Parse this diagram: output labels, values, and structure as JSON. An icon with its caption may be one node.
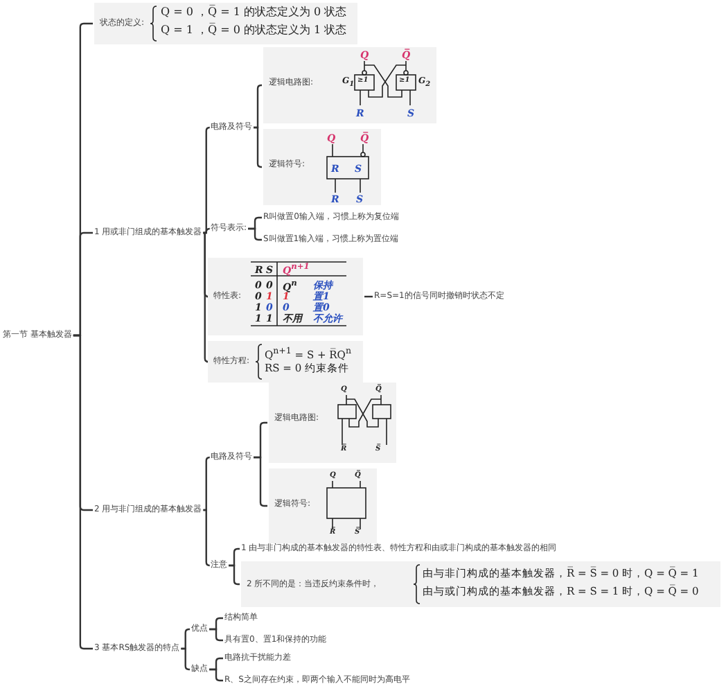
{
  "diagram": {
    "nodes": [
      {
        "text": [
          "第一节 基本触发器"
        ]
      },
      {
        "text": [
          "状态的定义:",
          "Q = 0 ，Q̅ = 1 的状态定义为 0 状态",
          "Q = 1 ，Q̅ = 0 的状态定义为 1 状态"
        ]
      },
      {
        "text": [
          "1 用或非门组成的基本触发器"
        ]
      },
      {
        "text": [
          "电路及符号"
        ]
      },
      {
        "text": [
          "逻辑电路图:"
        ]
      },
      {
        "text": [
          "逻辑符号:"
        ]
      },
      {
        "text": [
          "符号表示:"
        ]
      },
      {
        "text": [
          "R叫做置0输入端，习惯上称为复位端"
        ]
      },
      {
        "text": [
          "S叫做置1输入端，习惯上称为置位端"
        ]
      },
      {
        "text": [
          "特性表:"
        ]
      },
      {
        "text": [
          "R=S=1的信号同时撤销时状态不定"
        ]
      },
      {
        "text": [
          "特性方程:",
          "Q$^{n+1}$ = S + R̅Q$^{n}$",
          "RS = 0 约束条件"
        ]
      },
      {
        "text": [
          "2 用与非门组成的基本触发器"
        ]
      },
      {
        "text": [
          "电路及符号"
        ]
      },
      {
        "text": [
          "逻辑电路图:"
        ]
      },
      {
        "text": [
          "逻辑符号:"
        ]
      },
      {
        "text": [
          "注意"
        ]
      },
      {
        "text": [
          "1 由与非门构成的基本触发器的特性表、特性方程和由或非门构成的基本触发器的相同"
        ]
      },
      {
        "text": [
          "2 所不同的是：当违反约束条件时，",
          "由与非门构成的基本触发器，R̅ = S̅ = 0 时，Q = Q̅ = 1",
          "由与或门构成的基本触发器，R = S = 1 时，Q = Q̅ = 0"
        ]
      },
      {
        "text": [
          "3 基本RS触发器的特点"
        ]
      },
      {
        "text": [
          "优点"
        ]
      },
      {
        "text": [
          "结构简单"
        ]
      },
      {
        "text": [
          "具有置0、置1和保持的功能"
        ]
      },
      {
        "text": [
          "缺点"
        ]
      },
      {
        "text": [
          "电路抗干扰能力差"
        ]
      },
      {
        "text": [
          "R、S之间存在约束，即两个输入不能同时为高电平"
        ]
      }
    ],
    "edges": [
      {
        "from": 0,
        "to": 1,
        "arrow": "none"
      },
      {
        "from": 0,
        "to": 2,
        "arrow": "none"
      },
      {
        "from": 0,
        "to": 12,
        "arrow": "none"
      },
      {
        "from": 0,
        "to": 19,
        "arrow": "none"
      },
      {
        "from": 2,
        "to": 3,
        "arrow": "none"
      },
      {
        "from": 2,
        "to": 6,
        "arrow": "none"
      },
      {
        "from": 2,
        "to": 9,
        "arrow": "none"
      },
      {
        "from": 2,
        "to": 11,
        "arrow": "none"
      },
      {
        "from": 3,
        "to": 4,
        "arrow": "none"
      },
      {
        "from": 3,
        "to": 5,
        "arrow": "none"
      },
      {
        "from": 6,
        "to": 7,
        "arrow": "none"
      },
      {
        "from": 6,
        "to": 8,
        "arrow": "none"
      },
      {
        "from": 9,
        "to": 10,
        "arrow": "none"
      },
      {
        "from": 12,
        "to": 13,
        "arrow": "none"
      },
      {
        "from": 12,
        "to": 16,
        "arrow": "none"
      },
      {
        "from": 13,
        "to": 14,
        "arrow": "none"
      },
      {
        "from": 13,
        "to": 15,
        "arrow": "none"
      },
      {
        "from": 16,
        "to": 17,
        "arrow": "none"
      },
      {
        "from": 16,
        "to": 18,
        "arrow": "none"
      },
      {
        "from": 19,
        "to": 20,
        "arrow": "none"
      },
      {
        "from": 19,
        "to": 23,
        "arrow": "none"
      },
      {
        "from": 20,
        "to": 21,
        "arrow": "none"
      },
      {
        "from": 20,
        "to": 22,
        "arrow": "none"
      },
      {
        "from": 23,
        "to": 24,
        "arrow": "none"
      },
      {
        "from": 23,
        "to": 25,
        "arrow": "none"
      }
    ],
    "labels": [
      "Q",
      "Q̅",
      "G$_{1}$",
      "≥1",
      "≥1",
      "G$_{2}$",
      "R",
      "S",
      "Q",
      "Q̅",
      "R",
      "S",
      "R",
      "S",
      "R",
      "S",
      "Q$^{n+1}$",
      "0",
      "0",
      "Q$^{n}$",
      "保持",
      "0",
      "1",
      "1",
      "置1",
      "1",
      "0",
      "0",
      "置0",
      "1",
      "1",
      "不用",
      "不允许",
      "Q",
      "Q̅",
      "R̅",
      "S̅",
      "Q",
      "Q̅",
      "R̅",
      "S̅"
    ]
  }
}
